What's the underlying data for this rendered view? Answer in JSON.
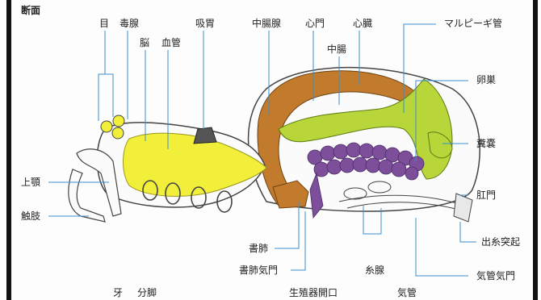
{
  "title": "断面",
  "labels": {
    "eye": "目",
    "venom_gland": "毒腺",
    "brain": "脳",
    "blood_vessel": "血管",
    "sucking_stomach": "吸胃",
    "midgut_gland": "中腸腺",
    "heart_ostium": "心門",
    "heart": "心臓",
    "midgut": "中腸",
    "malpighian_tubule": "マルピーギ管",
    "ovary": "卵巣",
    "stercoral_pocket": "糞嚢",
    "chelicera": "上顎",
    "pedipalp": "触肢",
    "anus": "肛門",
    "spinneret": "出糸突起",
    "spiracle": "気管気門",
    "book_lung": "書肺",
    "book_lung_stigma": "書肺気門",
    "silk_gland": "糸腺",
    "bottom_1": "牙",
    "bottom_2": "分脚",
    "bottom_3": "生殖器開口",
    "bottom_4": "気管"
  },
  "colors": {
    "yellow_organs": "#f2ef3a",
    "green_gut": "#b8d63a",
    "brown_gland": "#c27a2c",
    "purple_ovary": "#7d4f9a",
    "outline": "#444444",
    "leader_line": "#3a8fd0"
  }
}
